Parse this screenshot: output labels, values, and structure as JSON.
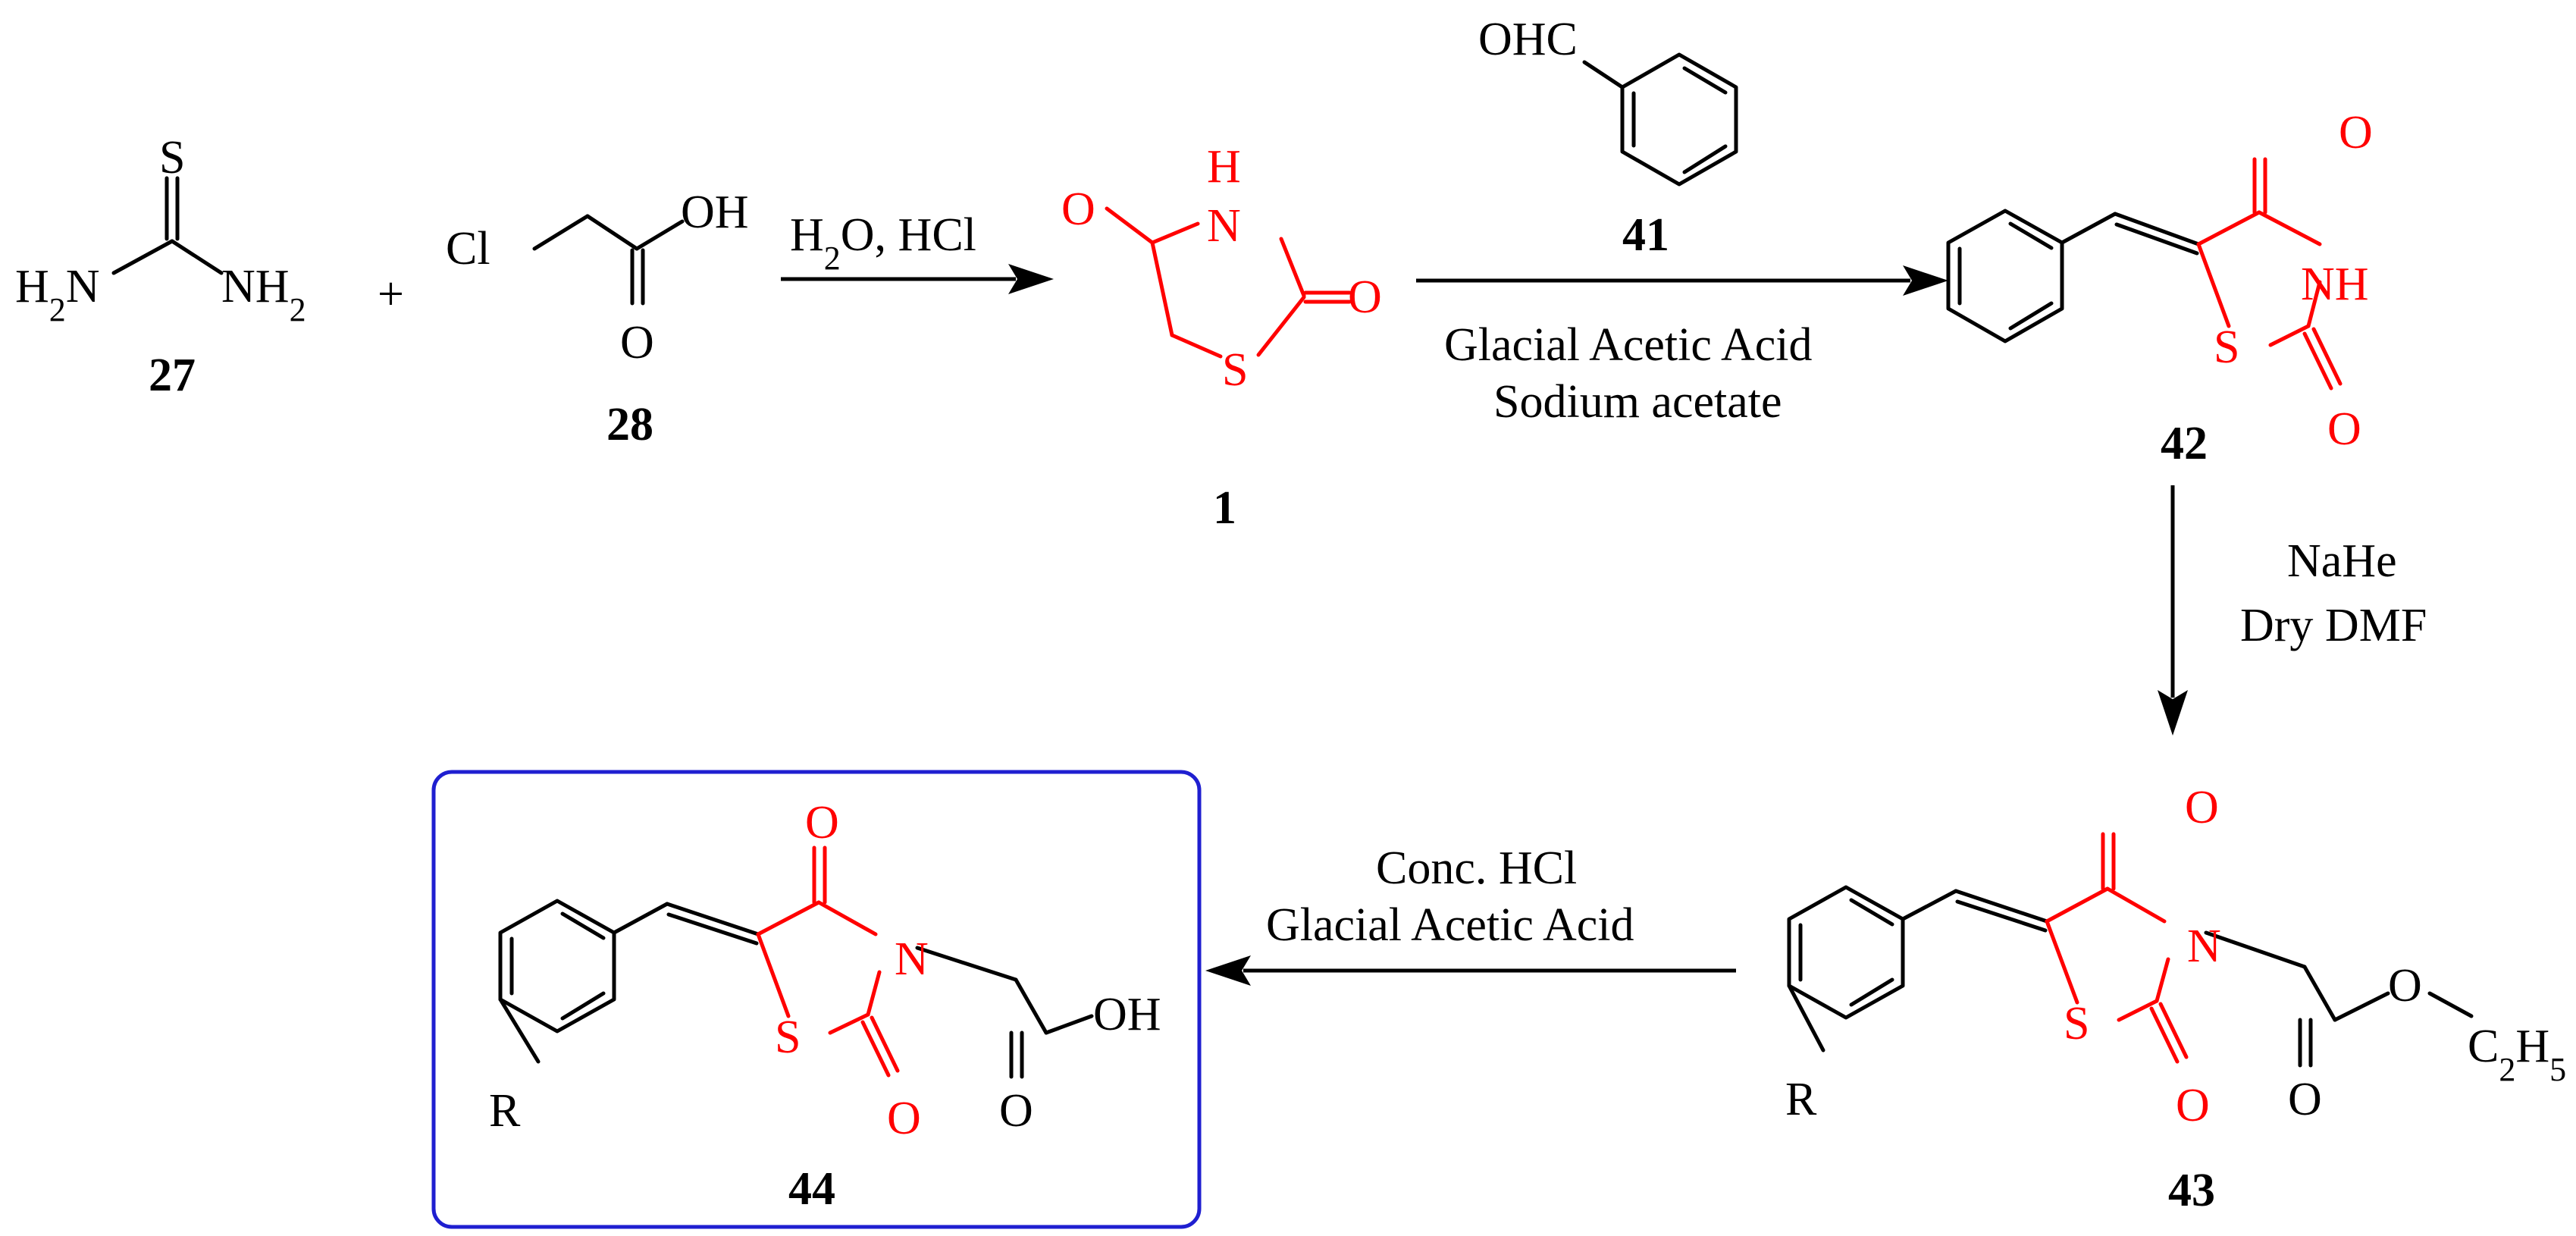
{
  "compounds": {
    "thiourea": {
      "number": "27",
      "S": "S",
      "NH2_left": "H",
      "NH2_left_sub": "2",
      "NH2_left_N": "N",
      "NH2_right": "NH",
      "NH2_right_sub": "2"
    },
    "plus": "+",
    "chloroacetic_acid": {
      "number": "28",
      "Cl": "Cl",
      "OH": "OH",
      "O": "O"
    },
    "tzd": {
      "number": "1",
      "H": "H",
      "N": "N",
      "O_left": "O",
      "O_right": "O",
      "S": "S"
    },
    "benzaldehyde": {
      "number": "41",
      "OHC": "OHC"
    },
    "benzylidene_tzd": {
      "number": "42",
      "O_top": "O",
      "NH": "NH",
      "S": "S",
      "O_bottom": "O"
    },
    "ester": {
      "number": "43",
      "R": "R",
      "O_top": "O",
      "N": "N",
      "S": "S",
      "O_bottom": "O",
      "O_carbonyl": "O",
      "O_ether": "O",
      "C2H5_C": "C",
      "C2H5_sub1": "2",
      "C2H5_H": "H",
      "C2H5_sub2": "5"
    },
    "acid": {
      "number": "44",
      "R": "R",
      "O_top": "O",
      "N": "N",
      "S": "S",
      "O_bottom": "O",
      "O_carbonyl": "O",
      "OH": "OH"
    }
  },
  "conditions": {
    "step1": {
      "H": "H",
      "sub": "2",
      "rest": "O, HCl"
    },
    "step2": {
      "line1": "Glacial Acetic Acid",
      "line2": "Sodium acetate"
    },
    "step3": {
      "line1": "NaHe",
      "line2": "Dry DMF"
    },
    "step4": {
      "line1": "Conc. HCl",
      "line2": "Glacial Acetic Acid"
    }
  },
  "colors": {
    "core": "#ff0000",
    "bonds": "#000000",
    "highlight_box": "#1f1fd0"
  }
}
